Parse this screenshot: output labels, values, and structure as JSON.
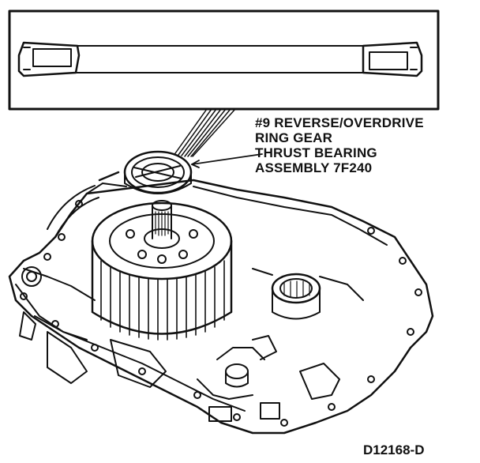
{
  "callout": {
    "line1": "#9 REVERSE/OVERDRIVE",
    "line2": "RING GEAR",
    "line3": "THRUST BEARING",
    "line4": "ASSEMBLY 7F240"
  },
  "figure_id": "D12168-D",
  "colors": {
    "ink": "#111111",
    "paper": "#ffffff"
  }
}
